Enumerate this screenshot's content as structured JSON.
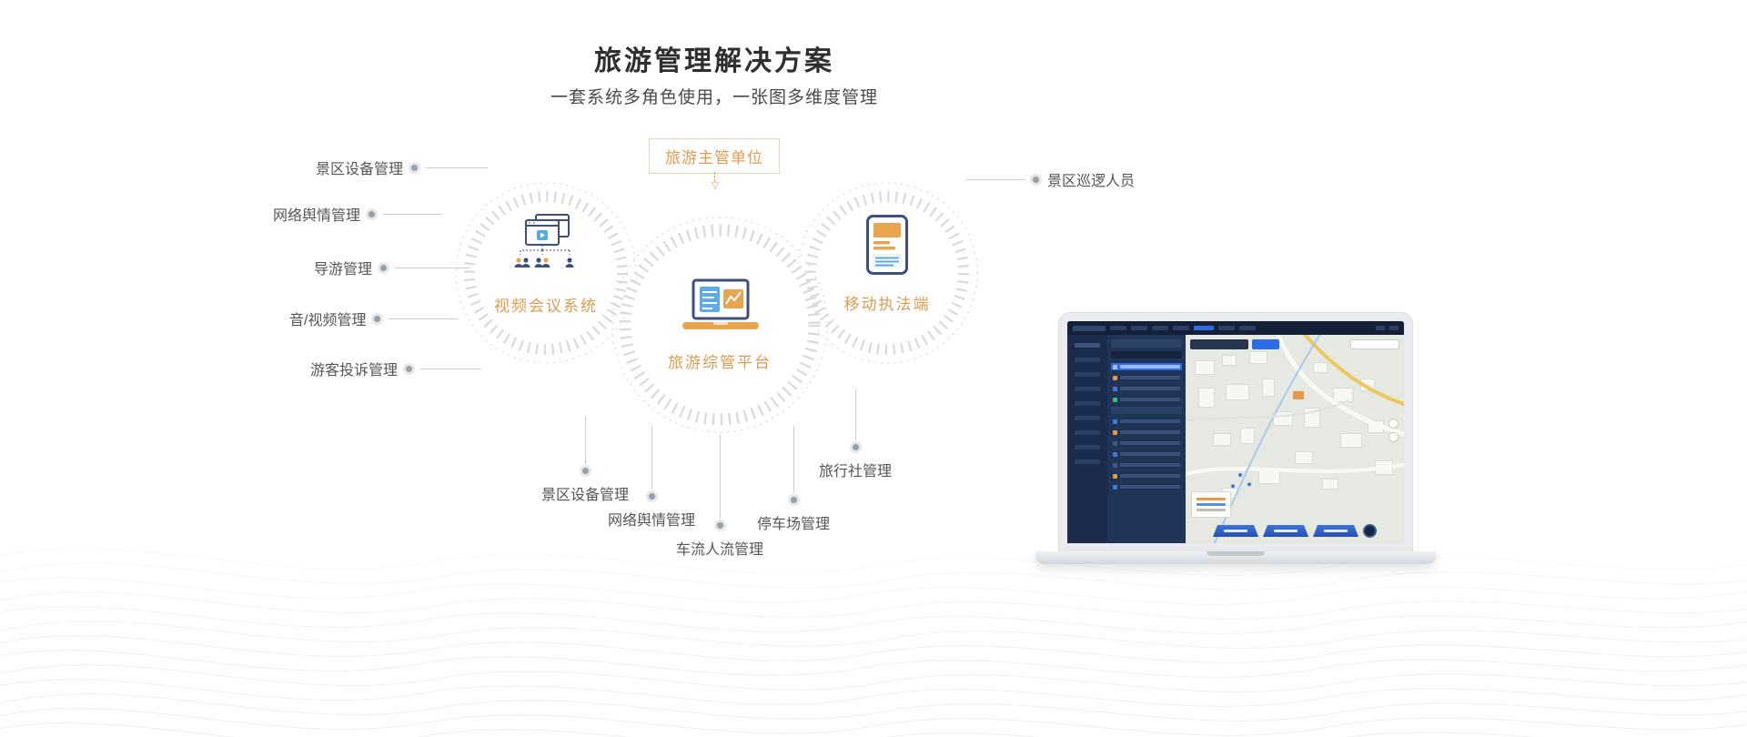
{
  "page": {
    "title": "旅游管理解决方案",
    "subtitle": "一套系统多角色使用，一张图多维度管理"
  },
  "diagram": {
    "authority_label": "旅游主管单位",
    "nodes": {
      "video": "视频会议系统",
      "platform": "旅游综管平台",
      "mobile": "移动执法端"
    },
    "left_labels": [
      "景区设备管理",
      "网络舆情管理",
      "导游管理",
      "音/视频管理",
      "游客投诉管理"
    ],
    "right_label": "景区巡逻人员",
    "bottom_labels": [
      "景区设备管理",
      "网络舆情管理",
      "车流人流管理",
      "停车场管理",
      "旅行社管理"
    ]
  },
  "glyphs": {
    "arrow_down": "▽"
  },
  "colors": {
    "accent_orange": "#DD9C4E",
    "icon_navy": "#3D4F7C",
    "icon_blue": "#56A9E8",
    "icon_orange_fill": "#E8A44F",
    "connector_gray": "#CCCCCC",
    "label_gray": "#555555",
    "dashboard_navy": "#1D2B49",
    "dashboard_highlight_blue": "#2E6CE6"
  },
  "icons": {
    "video_node": "video-conference-icon",
    "platform_node": "platform-laptop-icon",
    "mobile_node": "mobile-enforcement-icon",
    "arrow": "arrow-down-icon"
  }
}
